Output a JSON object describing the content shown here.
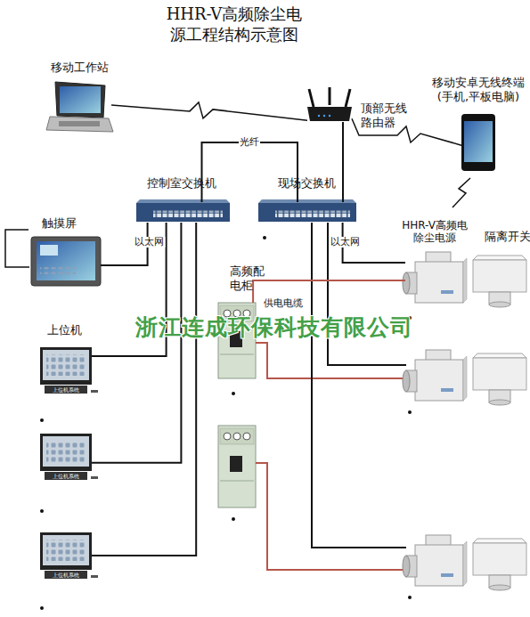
{
  "diagram": {
    "title": "HHR-V高频除尘电 源工程结构示意图",
    "nodes": [
      {
        "text": [
          "移动工作站"
        ]
      },
      {
        "text": [
          "顶部无线 路由器"
        ]
      },
      {
        "text": [
          "移动安卓无线终端 (手机,平板电脑)"
        ]
      },
      {
        "text": [
          "控制室交换机"
        ]
      },
      {
        "text": [
          "现场交换机"
        ]
      },
      {
        "text": [
          "触摸屏"
        ]
      },
      {
        "text": [
          "HHR-V高频电 除尘电源"
        ]
      },
      {
        "text": [
          "隔离开关"
        ]
      },
      {
        "text": [
          "高频配 电柜"
        ]
      },
      {
        "text": [
          "上位机",
          "上位机系统"
        ]
      },
      {
        "text": [
          "上位机系统"
        ]
      },
      {
        "text": [
          "上位机系统"
        ]
      }
    ],
    "edges": [
      {
        "from": 0,
        "to": 1,
        "arrow": "none"
      },
      {
        "from": 1,
        "to": 2,
        "arrow": "none"
      },
      {
        "from": 3,
        "to": 4,
        "label": "光纤",
        "arrow": "none"
      },
      {
        "from": 1,
        "to": 4,
        "arrow": "none"
      },
      {
        "from": 5,
        "to": 3,
        "label": "以太网",
        "arrow": "none"
      },
      {
        "from": 3,
        "to": 9,
        "arrow": "none"
      },
      {
        "from": 3,
        "to": 10,
        "arrow": "none"
      },
      {
        "from": 3,
        "to": 11,
        "arrow": "none"
      },
      {
        "from": 4,
        "to": 6,
        "label": "以太网",
        "arrow": "none"
      },
      {
        "from": 8,
        "to": 6,
        "label": "供电电缆",
        "arrow": "none"
      }
    ],
    "labels": [
      "浙江连成环保科技有限公司"
    ]
  }
}
